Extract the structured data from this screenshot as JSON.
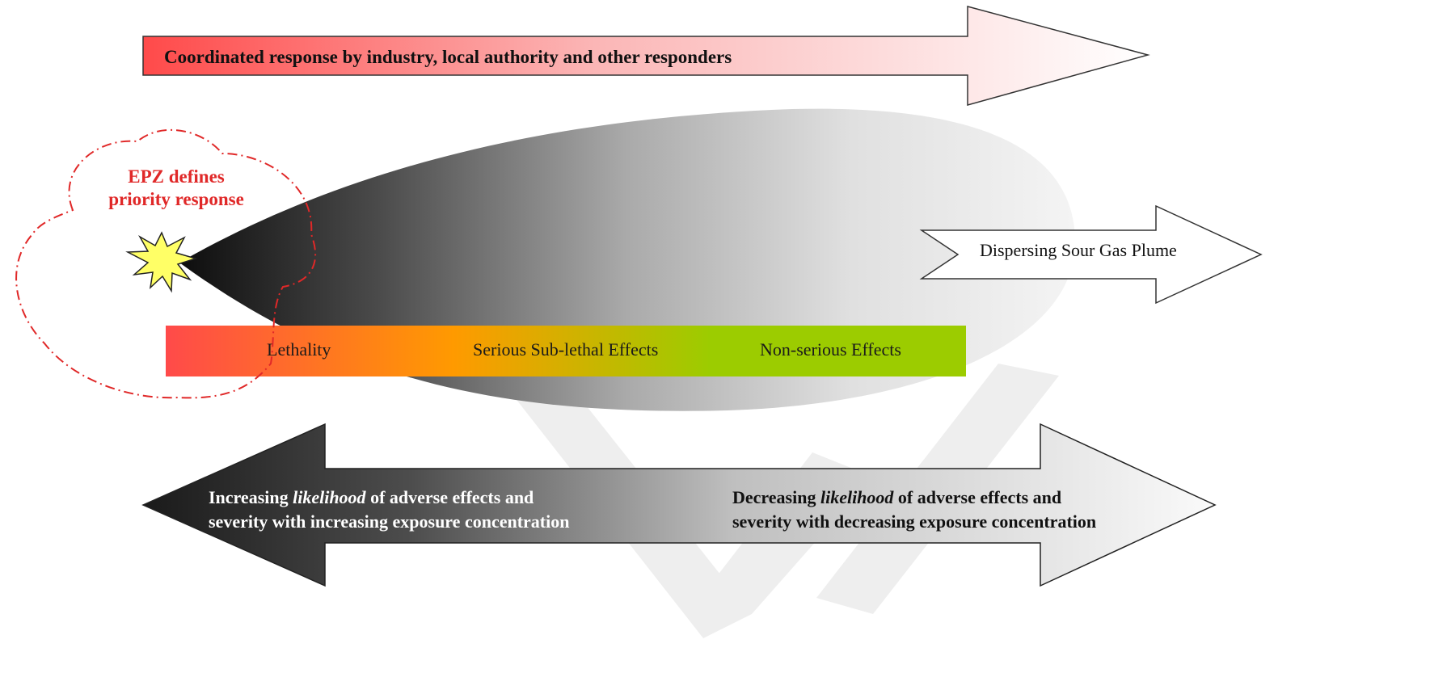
{
  "top_arrow": {
    "line1": "Coordinated response by industry, local authority and other responders"
  },
  "epz": {
    "line1": "EPZ defines",
    "line2": "priority response"
  },
  "plume_arrow": {
    "label": "Dispersing Sour Gas Plume"
  },
  "zones": {
    "lethal": "Lethality",
    "serious": "Serious Sub-lethal Effects",
    "nonserious": "Non-serious Effects"
  },
  "bottom_arrow": {
    "left": {
      "prefix": "Increasing ",
      "emphasis": "likelihood",
      "suffix": " of adverse effects and",
      "line2": "severity with increasing exposure concentration"
    },
    "right": {
      "prefix": "Decreasing ",
      "emphasis": "likelihood",
      "suffix": " of adverse effects and",
      "line2": "severity with decreasing exposure concentration"
    }
  },
  "colors": {
    "lethality": "#ff4a4a",
    "serious": "#ff9a00",
    "nonserious": "#9ccc00",
    "epz_outline": "#e02828",
    "plume_dark": "#1a1a1a",
    "plume_light": "#f2f2f2"
  }
}
